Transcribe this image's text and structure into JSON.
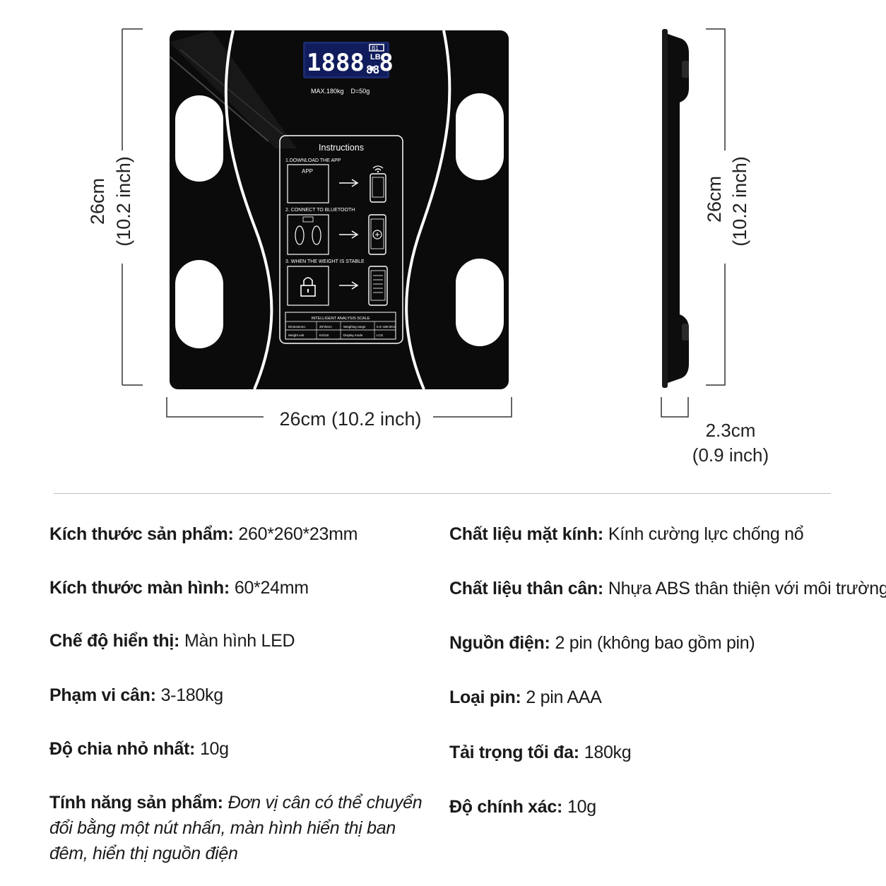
{
  "figure": {
    "lcd": {
      "digits": "1888.8",
      "small": "88",
      "unit": "LB",
      "battery": "B1"
    },
    "scale_info": "MAX.180kg    D=50g",
    "instructions": {
      "title": "Instructions",
      "step1": "1.DOWNLOAD THE APP",
      "app_label": "APP",
      "step2": "2. CONNECT TO BLUETOOTH",
      "step3": "3. WHEN THE WEIGHT IS STABLE",
      "table_title": "INTELLIGENT ANALYSIS SCALE",
      "table_cells": [
        "Dimensions:",
        "26*26cm",
        "Weighing range",
        "0.3~180.0KG",
        "Weight unit",
        "KG/LB",
        "Display mode",
        "LCD"
      ]
    },
    "dims": {
      "front_height": "26cm",
      "front_height_inch": "(10.2 inch)",
      "front_width": "26cm (10.2 inch)",
      "side_height": "26cm",
      "side_height_inch": "(10.2 inch)",
      "thickness": "2.3cm",
      "thickness_inch": "(0.9 inch)"
    }
  },
  "specs_left": [
    {
      "label": "Kích thước sản phẩm:",
      "value": "260*260*23mm"
    },
    {
      "label": "Kích thước màn hình:",
      "value": "60*24mm"
    },
    {
      "label": "Chế độ hiển thị:",
      "value": "Màn hình LED"
    },
    {
      "label": "Phạm vi cân:",
      "value": "3-180kg"
    },
    {
      "label": "Độ chia nhỏ nhất:",
      "value": "10g"
    },
    {
      "label": "Tính năng sản phẩm:",
      "value": "Đơn vị cân có thể chuyển đổi bằng một nút nhấn, màn hình hiển thị ban đêm, hiển thị nguồn điện"
    }
  ],
  "specs_right": [
    {
      "label": "Chất liệu mặt kính:",
      "value": "Kính cường lực chống nổ"
    },
    {
      "label": "Chất liệu thân cân:",
      "value": "Nhựa ABS thân thiện với môi trường"
    },
    {
      "label": "Nguồn điện:",
      "value": "2 pin (không bao gồm pin)"
    },
    {
      "label": "Loại pin:",
      "value": "2 pin AAA"
    },
    {
      "label": "Tải trọng tối đa:",
      "value": "180kg"
    },
    {
      "label": "Độ chính xác:",
      "value": "10g"
    }
  ]
}
